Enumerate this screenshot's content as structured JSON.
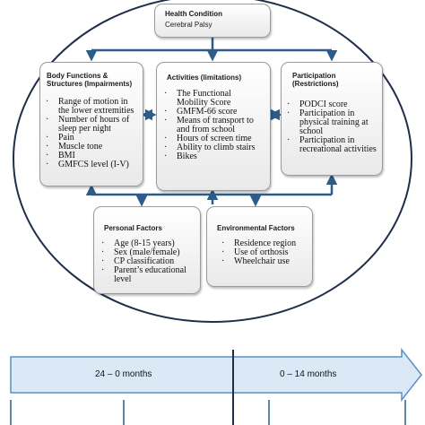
{
  "health": {
    "title": "Health Condition",
    "subtitle": "Cerebral Palsy"
  },
  "body_functions": {
    "title_line1": "Body Functions &",
    "title_line2": "Structures (Impairments)",
    "items": [
      "Range of motion in the lower extremities",
      "Number of hours of sleep per night",
      "Pain",
      "Muscle tone",
      "BMI",
      "GMFCS level (I-V)"
    ]
  },
  "activities": {
    "title": "Activities (limitations)",
    "items": [
      "The Functional Mobility Score",
      "GMFM-66 score",
      "Means of transport to and from school",
      "Hours of screen time",
      "Ability to climb stairs",
      "Bikes"
    ]
  },
  "participation": {
    "title_line1": "Participation",
    "title_line2": "(Restrictions)",
    "items": [
      "PODCI score",
      "Participation in physical training at school",
      "Participation in recreational activities"
    ]
  },
  "personal": {
    "title": "Personal Factors",
    "items": [
      "Age (8-15 years)",
      "Sex (male/female)",
      "CP classification",
      "Parent’s educational level"
    ]
  },
  "environmental": {
    "title": "Environmental Factors",
    "items": [
      "Residence region",
      "Use of orthosis",
      "Wheelchair use"
    ]
  },
  "timeline": {
    "left_label": "24 – 0 months",
    "right_label": "0 – 14 months"
  },
  "colors": {
    "arrow": "#2e5c8a",
    "timeline_fill": "#dbe8f6",
    "timeline_border": "#5b8fc7",
    "outline": "#1f2f4a"
  }
}
